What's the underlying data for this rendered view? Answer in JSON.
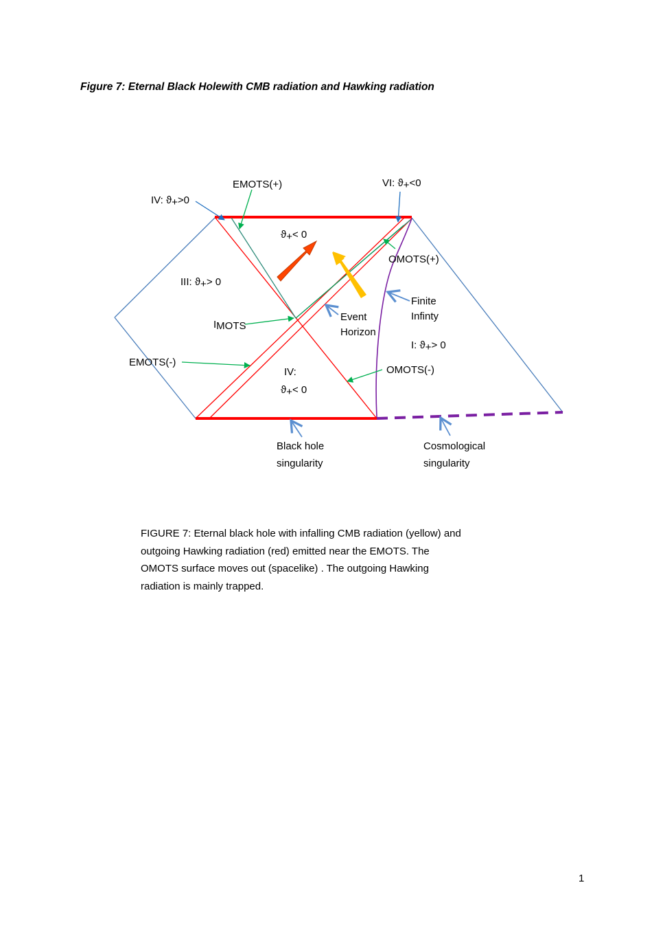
{
  "title": "Figure 7: Eternal Black Holewith CMB radiation and Hawking radiation",
  "labels": {
    "emots_plus": "EMOTS(+)",
    "region_iv_top_prefix": "IV: ",
    "theta": "ϑ",
    "plus_sub": "+",
    "region_iv_top_rel": ">0",
    "region_vi_prefix": "VI: ",
    "region_vi_rel": "<0",
    "theta_center_rel": "< 0",
    "omots_plus": "OMOTS(+)",
    "region_iii_prefix": "III:  ",
    "region_iii_rel": "> 0",
    "finite": "Finite",
    "infinity": "Infinty",
    "imots_main": "I",
    "imots_sub": "MOTS",
    "event": "Event",
    "horizon": "Horizon",
    "region_i_prefix": "I: ",
    "region_i_rel": "> 0",
    "emots_minus": "EMOTS(-)",
    "region_iv_bottom": "IV:",
    "theta_bottom_rel": "< 0",
    "omots_minus": "OMOTS(-)",
    "black_hole": "Black hole",
    "bh_singularity": "singularity",
    "cosmological": "Cosmological",
    "cosmo_singularity": "singularity"
  },
  "caption": [
    "FIGURE 7: Eternal black hole with infalling CMB radiation (yellow) and",
    "outgoing Hawking radiation (red) emitted near the EMOTS.  The",
    "OMOTS surface moves out (spacelike) . The outgoing Hawking",
    "radiation is  mainly trapped."
  ],
  "page_number": "1",
  "colors": {
    "boundary_blue": "#4a7ebb",
    "red_lines": "#ff0000",
    "green_lines": "#00a050",
    "teal_line": "#2e8b7a",
    "purple": "#7a1fa2",
    "arrow_red": "#ff4400",
    "arrow_yellow": "#ffc000",
    "pointer_blue": "#5b8fd0",
    "pointer_green": "#00b050"
  }
}
